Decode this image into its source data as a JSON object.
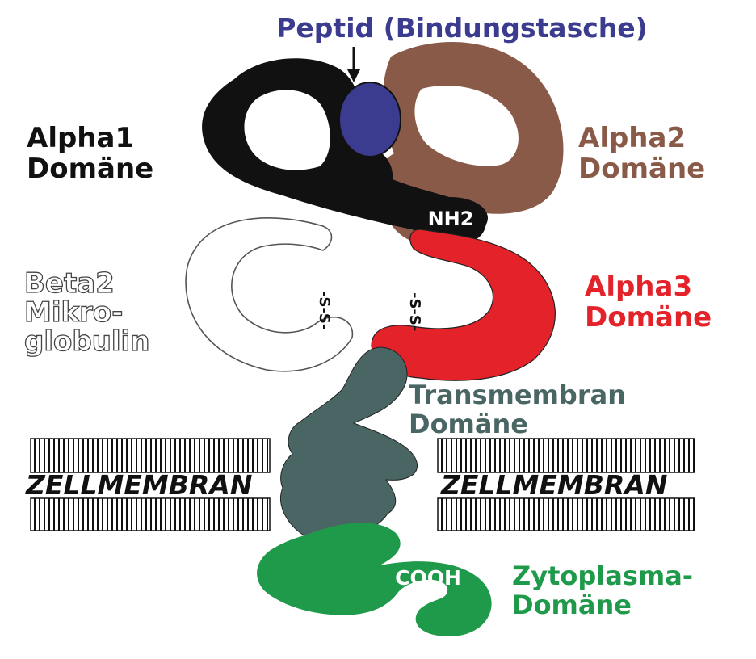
{
  "peptide_label": "Peptid (Bindungstasche)",
  "alpha1": {
    "line1": "Alpha1",
    "line2": "Domäne"
  },
  "alpha2": {
    "line1": "Alpha2",
    "line2": "Domäne"
  },
  "alpha3": {
    "line1": "Alpha3",
    "line2": "Domäne"
  },
  "beta2": {
    "line1": "Beta2",
    "line2": "Mikro-",
    "line3": "globulin"
  },
  "transmembrane": {
    "line1": "Transmembran",
    "line2": "Domäne"
  },
  "cytoplasm": {
    "line1": "Zytoplasma-",
    "line2": "Domäne"
  },
  "nh2": "NH2",
  "cooh": "COOH",
  "disulfide_left": "-S-S-",
  "disulfide_right": "-S-S-",
  "membrane_left": "ZELLMEMBRAN",
  "membrane_right": "ZELLMEMBRAN",
  "colors": {
    "peptide": "#3b3b8f",
    "alpha1": "#111111",
    "alpha2": "#8a5a48",
    "alpha3": "#e3222a",
    "transmembrane": "#4a6664",
    "cytoplasm": "#1f9a4a",
    "beta2_outline": "#777777"
  }
}
